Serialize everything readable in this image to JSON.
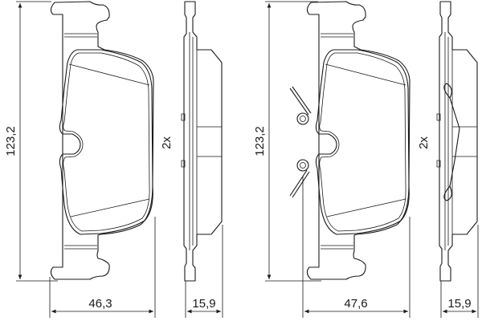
{
  "drawings": [
    {
      "height": "123,2",
      "width": "46,3",
      "thickness": "15,9",
      "quantity": "2x",
      "has_springs": false
    },
    {
      "height": "123,2",
      "width": "47,6",
      "thickness": "15,9",
      "quantity": "2x",
      "has_springs": true
    }
  ],
  "line_color": "#1a1a1a"
}
